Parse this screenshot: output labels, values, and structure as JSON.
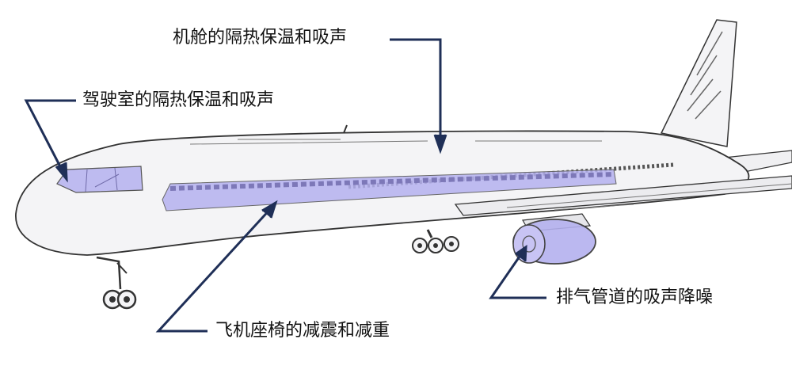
{
  "labels": {
    "cabin": "机舱的隔热保温和吸声",
    "cockpit": "驾驶室的隔热保温和吸声",
    "seats": "飞机座椅的减震和减重",
    "exhaust": "排气管道的吸声降噪"
  },
  "colors": {
    "leader": "#1f2f57",
    "highlight": "#b4b0ee",
    "fuselage": "#f4f4f6",
    "outline": "#333333"
  }
}
